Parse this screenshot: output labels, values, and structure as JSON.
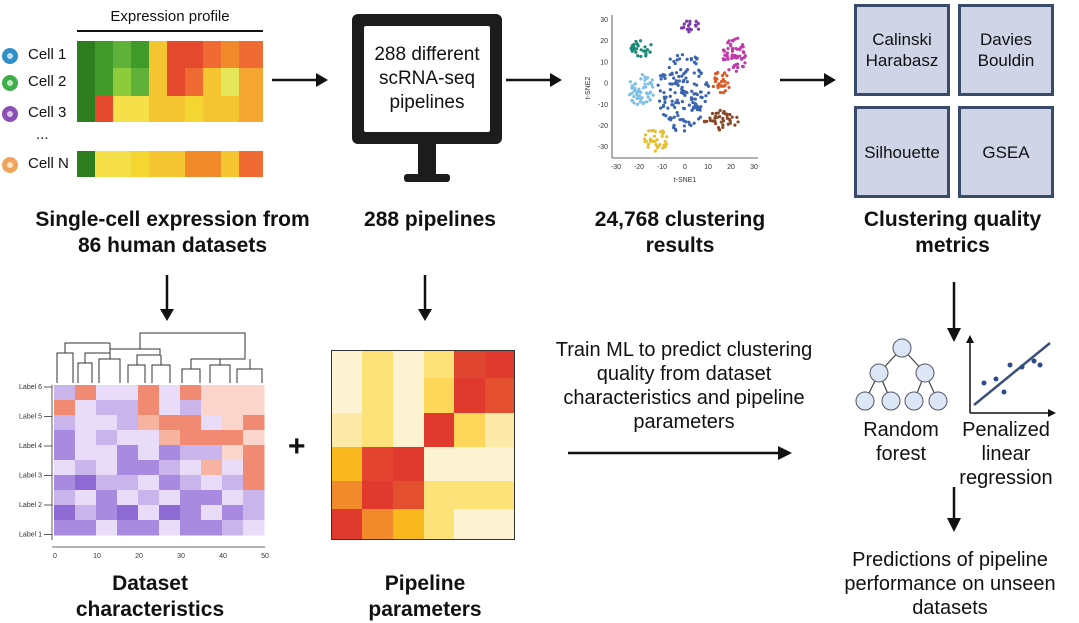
{
  "expression": {
    "title": "Expression profile",
    "cells": [
      {
        "label": "Cell 1",
        "color": "#2f8fc8"
      },
      {
        "label": "Cell 2",
        "color": "#3fae49"
      },
      {
        "label": "Cell 3",
        "color": "#8a4fb5"
      },
      {
        "label": "...",
        "color": ""
      },
      {
        "label": "Cell N",
        "color": "#f0a45a"
      }
    ],
    "caption": "Single-cell expression from 86 human datasets"
  },
  "pipelines": {
    "monitor_text": "288 different scRNA-seq pipelines",
    "caption": "288 pipelines"
  },
  "tsne": {
    "ylabel": "t-SNE2",
    "xlabel": "t-SNE1",
    "x_ticks": [
      "-30",
      "-20",
      "-10",
      "0",
      "10",
      "20",
      "30"
    ],
    "y_ticks": [
      "30",
      "20",
      "10",
      "0",
      "-10",
      "-20",
      "-30"
    ],
    "caption": "24,768 clustering results"
  },
  "metrics": {
    "boxes": [
      "Calinski Harabasz",
      "Davies Bouldin",
      "Silhouette",
      "GSEA"
    ],
    "caption": "Clustering quality metrics"
  },
  "dataset_heatmap": {
    "row_labels": [
      "Label 6",
      "Label 5",
      "Label 4",
      "Label 3",
      "Label 2",
      "Label 1"
    ],
    "x_ticks": [
      "0",
      "10",
      "20",
      "30",
      "40",
      "50"
    ],
    "caption": "Dataset characteristics"
  },
  "pipeline_params": {
    "caption": "Pipeline parameters"
  },
  "plus_sign": "+",
  "train_ml": {
    "text": "Train ML to predict clustering quality from dataset characteristics and pipeline parameters"
  },
  "models": {
    "random_forest": "Random forest",
    "penalized": "Penalized linear regression"
  },
  "predictions": {
    "text": "Predictions of pipeline performance on unseen datasets"
  },
  "colors": {
    "metric_fill": "#cfd5e6",
    "metric_border": "#3a4a6a",
    "heat_red": "#e03a2f",
    "heat_orange": "#f08a2a",
    "heat_yellow": "#fde27a",
    "heat_cream": "#fdf3d2",
    "tree_node": "#dbe6f7"
  }
}
